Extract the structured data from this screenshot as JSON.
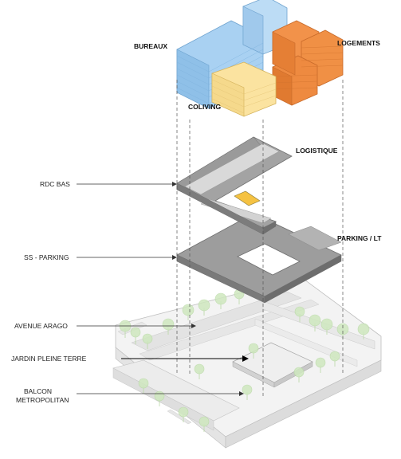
{
  "labels": {
    "bureaux": "BUREAUX",
    "logements": "LOGEMENTS",
    "coliving": "COLIVING",
    "logistique": "LOGISTIQUE",
    "rdc_bas": "RDC BAS",
    "parking_lt": "PARKING / LT",
    "ss_parking": "SS - PARKING",
    "avenue_arago": "AVENUE ARAGO",
    "jardin": "JARDIN PLEINE TERRE",
    "balcon_line1": "BALCON",
    "balcon_line2": "METROPOLITAN"
  },
  "colors": {
    "bureaux": "#a9d1f2",
    "logements": "#f2924a",
    "coliving": "#fbe3a0",
    "slab": "#9a9a9a",
    "slab_light": "#d7d7d7",
    "accent": "#f5c242"
  }
}
